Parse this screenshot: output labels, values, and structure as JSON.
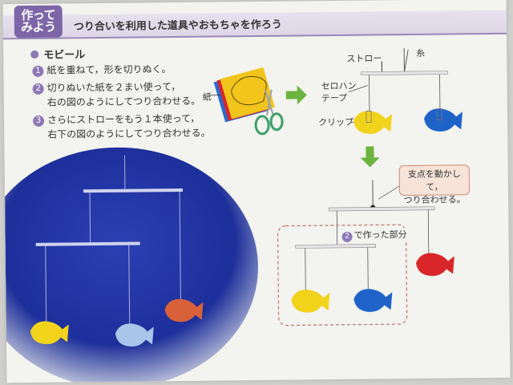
{
  "header": {
    "badge_line1": "作って",
    "badge_line2": "みよう",
    "title": "つり合いを利用した道具やおもちゃを作ろう"
  },
  "section": {
    "title": "モビール"
  },
  "steps": [
    {
      "num": "1",
      "line1": "紙を重ねて，形を切りぬく。",
      "line2": ""
    },
    {
      "num": "2",
      "line1": "切りぬいた紙を２まい使って，",
      "line2": "右の図のようにしてつり合わせる。"
    },
    {
      "num": "3",
      "line1": "さらにストローをもう１本使って，",
      "line2": "右下の図のようにしてつり合わせる。"
    }
  ],
  "labels": {
    "paper": "紙",
    "straw": "ストロー",
    "thread": "糸",
    "cellotape_line1": "セロハン",
    "cellotape_line2": "テープ",
    "clip": "クリップ",
    "callout_line1": "支点を動かして，",
    "callout_line2": "つり合わせる。",
    "part_num": "2",
    "part_text": "で作った部分"
  },
  "colors": {
    "accent_purple": "#7d66a8",
    "arrow_green": "#6cb33f",
    "fish_yellow": "#f2d31c",
    "fish_blue": "#1f63c8",
    "fish_red": "#d8262b",
    "photo_blue": "#1d2f9a",
    "dashed_box": "#c2736b"
  }
}
